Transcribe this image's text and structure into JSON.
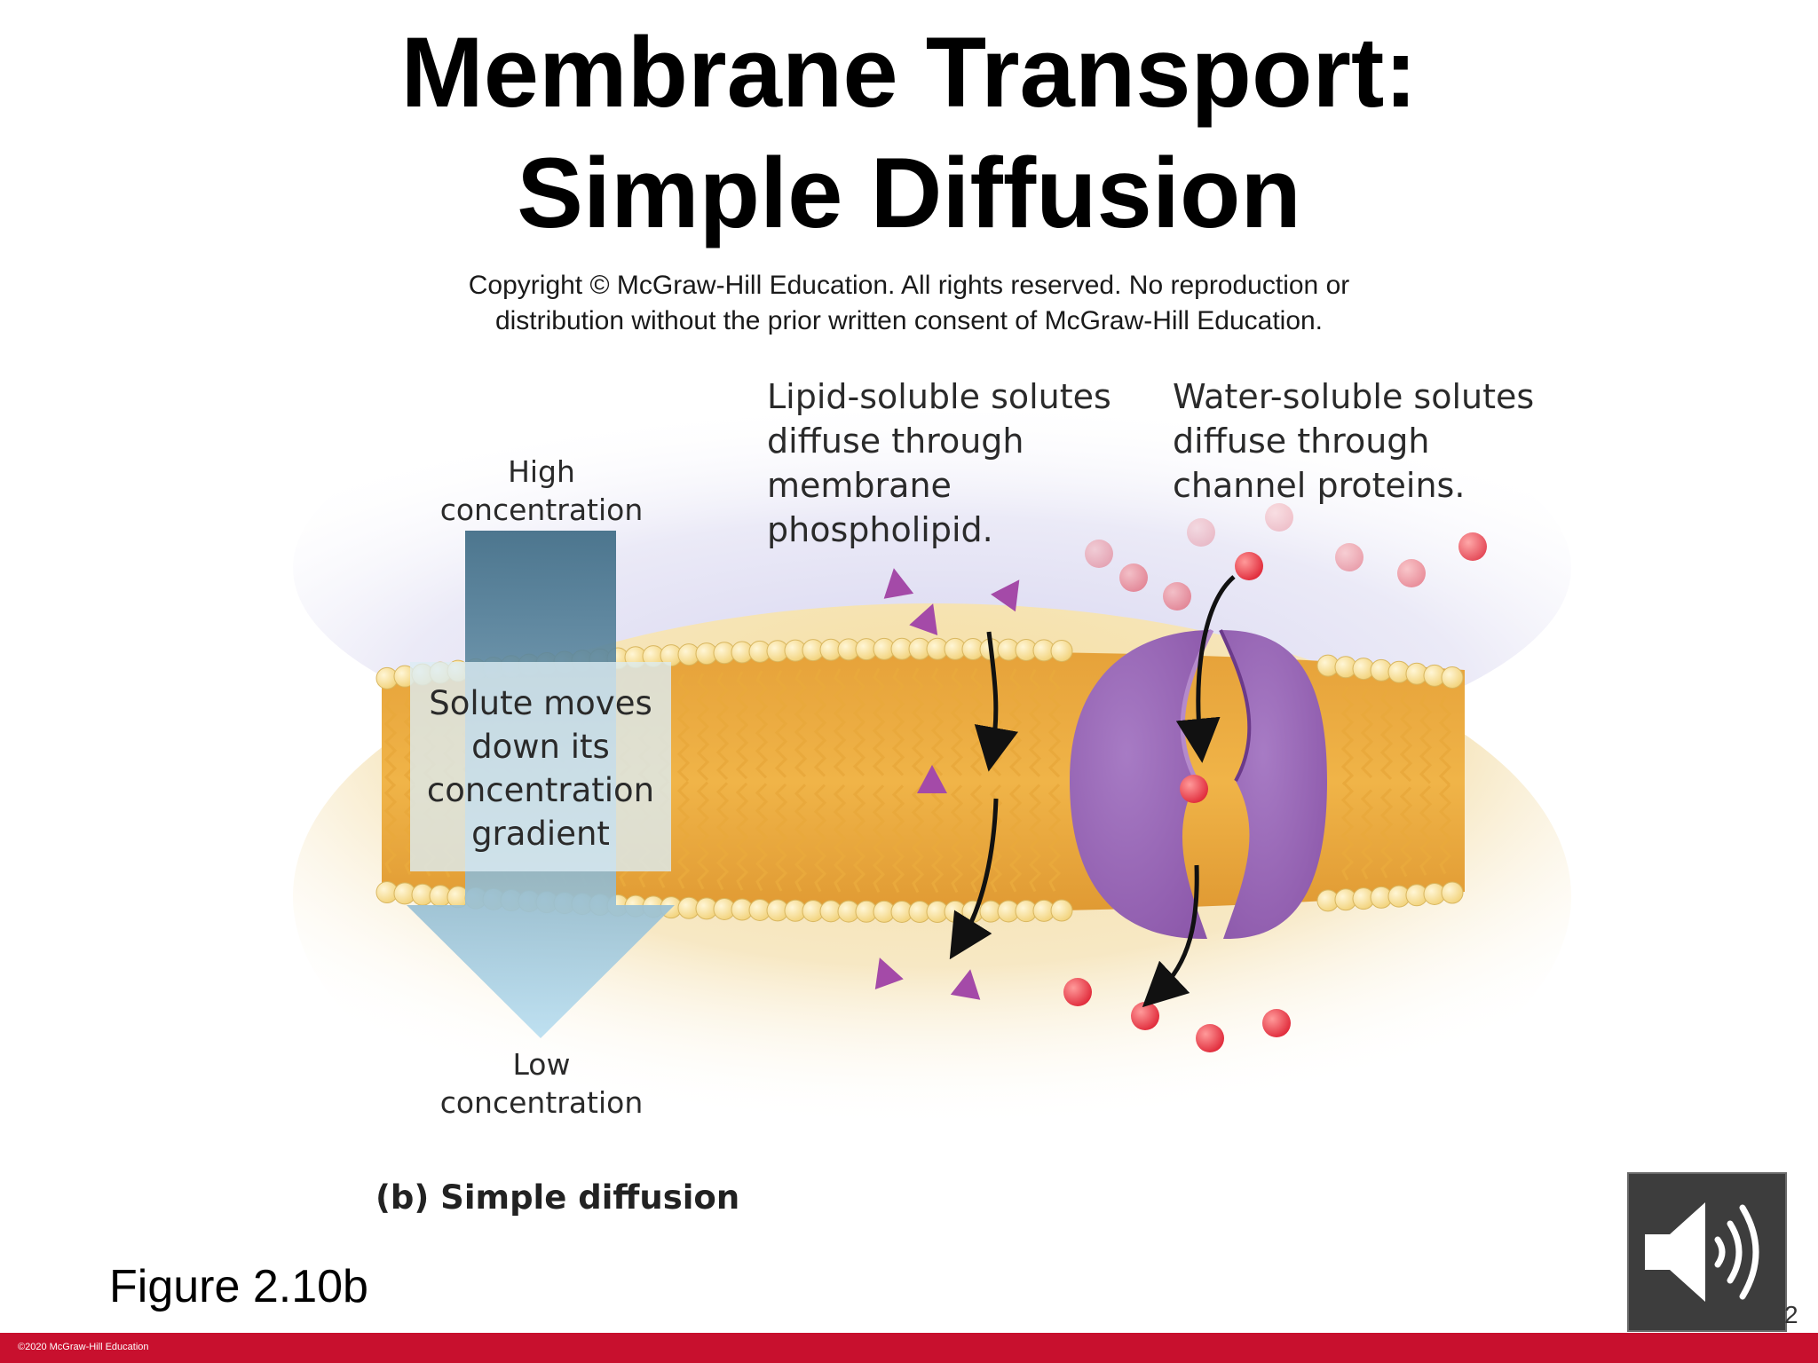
{
  "slide": {
    "title_line1": "Membrane Transport:",
    "title_line2": "Simple Diffusion",
    "figure_ref": "Figure 2.10b",
    "page_number": "2"
  },
  "copyright": {
    "line1": "Copyright © McGraw-Hill Education. All rights reserved. No reproduction or",
    "line2": "distribution without the prior written consent of McGraw-Hill Education."
  },
  "diagram": {
    "caption": "(b) Simple diffusion",
    "lipid_label": [
      "Lipid-soluble solutes",
      "diffuse through",
      "membrane",
      "phospholipid."
    ],
    "water_label": [
      "Water-soluble solutes",
      "diffuse through",
      "channel proteins."
    ],
    "high_label": [
      "High",
      "concentration"
    ],
    "low_label": [
      "Low",
      "concentration"
    ],
    "gradient_label": [
      "Solute moves",
      "down its",
      "concentration",
      "gradient"
    ],
    "colors": {
      "phospholipid_head": "#f2d27a",
      "lipid_tail": "#e9a93c",
      "channel_protein": "#8a55a8",
      "lipid_solute": "#a44aa8",
      "water_solute": "#e02a3a",
      "arrow_top": "#3e6b85",
      "arrow_bottom": "#b9def0"
    }
  },
  "audio": {
    "icon": "speaker-icon"
  },
  "footer": {
    "text": "©2020 McGraw-Hill Education",
    "color": "#c8102e"
  }
}
